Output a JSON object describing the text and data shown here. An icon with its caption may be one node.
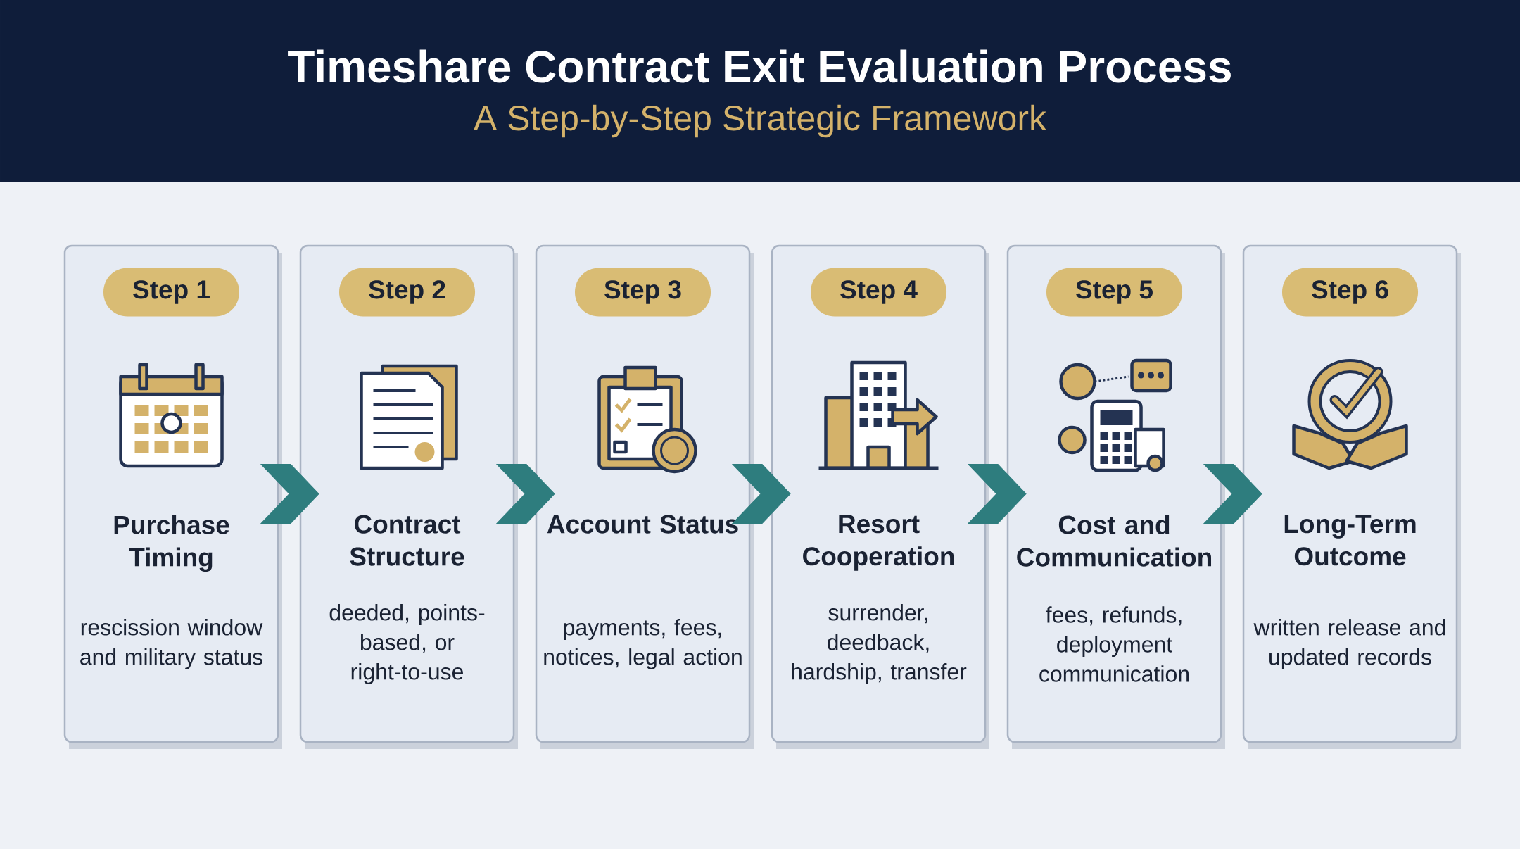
{
  "diagram": {
    "title": "Timeshare Contract Exit Evaluation Process",
    "caption": "A Step-by-Step Strategic Framework",
    "nodes": [
      {
        "text": [
          "Purchase Timing",
          "rescission window and military status"
        ]
      },
      {
        "text": [
          "Step 1"
        ],
        "in": 0
      },
      {
        "text": [
          "Contract Structure",
          "deeded, points-based, or right-to-use"
        ]
      },
      {
        "text": [
          "Step 2"
        ],
        "in": 2
      },
      {
        "text": [
          "Account Status",
          "payments, fees, notices, legal action"
        ]
      },
      {
        "text": [
          "Step 3"
        ],
        "in": 4
      },
      {
        "text": [
          "Resort Cooperation",
          "surrender, deedback, hardship, transfer"
        ]
      },
      {
        "text": [
          "Step 4"
        ],
        "in": 6
      },
      {
        "text": [
          "Cost and Communication",
          "fees, refunds, deployment communication"
        ]
      },
      {
        "text": [
          "Step 5"
        ],
        "in": 8
      },
      {
        "text": [
          "Long-Term Outcome",
          "written release and updated records"
        ]
      },
      {
        "text": [
          "Step 6"
        ],
        "in": 10
      }
    ],
    "edges": [
      {
        "from": 0,
        "to": 2,
        "arrow": "to"
      },
      {
        "from": 2,
        "to": 4,
        "arrow": "to"
      },
      {
        "from": 4,
        "to": 6,
        "arrow": "to"
      },
      {
        "from": 6,
        "to": 8,
        "arrow": "to"
      },
      {
        "from": 8,
        "to": 10,
        "arrow": "to"
      }
    ]
  }
}
